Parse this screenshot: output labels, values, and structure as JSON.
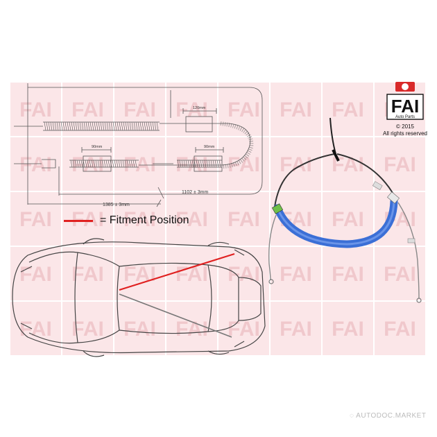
{
  "brand": {
    "name": "FAI",
    "subtitle": "Auto Parts",
    "copyright": "© 2015",
    "rights": "All rights reserved"
  },
  "legend": {
    "label": "= Fitment Position",
    "line_color": "#e02020"
  },
  "dimensions": {
    "overall": "1385 ± 3mm",
    "inner": "1102 ± 3mm",
    "top_segment": "120mm",
    "left_segment": "90mm",
    "right_segment": "90mm"
  },
  "watermark": "AUTODOC.MARKET",
  "colors": {
    "tile_bg": "#fbe6e8",
    "tile_text": "#f0c8cc",
    "cable_blue": "#3b6fd6",
    "fitment_red": "#e02020"
  },
  "icons": {
    "watermark_logo": "autodoc-logo-icon"
  }
}
